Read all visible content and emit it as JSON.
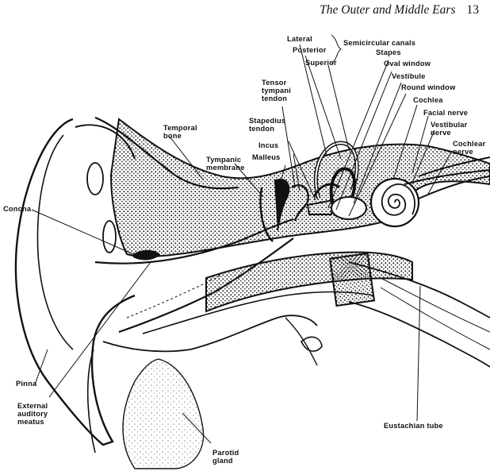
{
  "header": {
    "title": "The Outer and Middle Ears",
    "page_number": "13"
  },
  "labels": {
    "lateral": "Lateral",
    "posterior": "Posterior",
    "superior": "Superior",
    "semicircular_canals": "Semicircular canals",
    "stapes": "Stapes",
    "oval_window": "Oval window",
    "vestibule": "Vestibule",
    "round_window": "Round window",
    "cochlea": "Cochlea",
    "facial_nerve": "Facial nerve",
    "vestibular_nerve": [
      "Vestibular",
      "nerve"
    ],
    "cochlear_nerve": [
      "Cochlear",
      "nerve"
    ],
    "tensor_tympani_tendon": [
      "Tensor",
      "tympani",
      "tendon"
    ],
    "stapedius_tendon": [
      "Stapedius",
      "tendon"
    ],
    "incus": "Incus",
    "malleus": "Malleus",
    "temporal_bone": [
      "Temporal",
      "bone"
    ],
    "tympanic_membrane": [
      "Tympanic",
      "membrane"
    ],
    "concha": "Concha",
    "pinna": "Pinna",
    "external_auditory_meatus": [
      "External",
      "auditory",
      "meatus"
    ],
    "parotid_gland": [
      "Parotid",
      "gland"
    ],
    "eustachian_tube": "Eustachian tube"
  }
}
